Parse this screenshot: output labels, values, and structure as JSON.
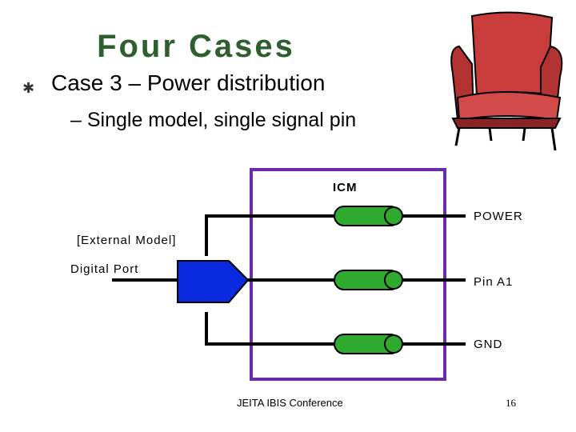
{
  "slide": {
    "title": "Four Cases",
    "bullet1": "Case 3 – Power distribution",
    "bullet2": "– Single model, single signal pin",
    "footer": "JEITA IBIS Conference",
    "page_number": "16"
  },
  "diagram": {
    "icm_label": "ICM",
    "ext_model_label": "[External Model]",
    "digital_port_label": "Digital Port",
    "pins": [
      {
        "label": "POWER"
      },
      {
        "label": "Pin A1"
      },
      {
        "label": "GND"
      }
    ],
    "colors": {
      "icm_box": "#6a2ca8",
      "pin_fill": "#2faa2f",
      "driver_fill": "#0a2ae0",
      "wire": "#000000",
      "title": "#2f5f2f"
    }
  },
  "icons": {
    "bullet": "asterisk-bullet-icon",
    "clipart": "armchair-icon"
  }
}
